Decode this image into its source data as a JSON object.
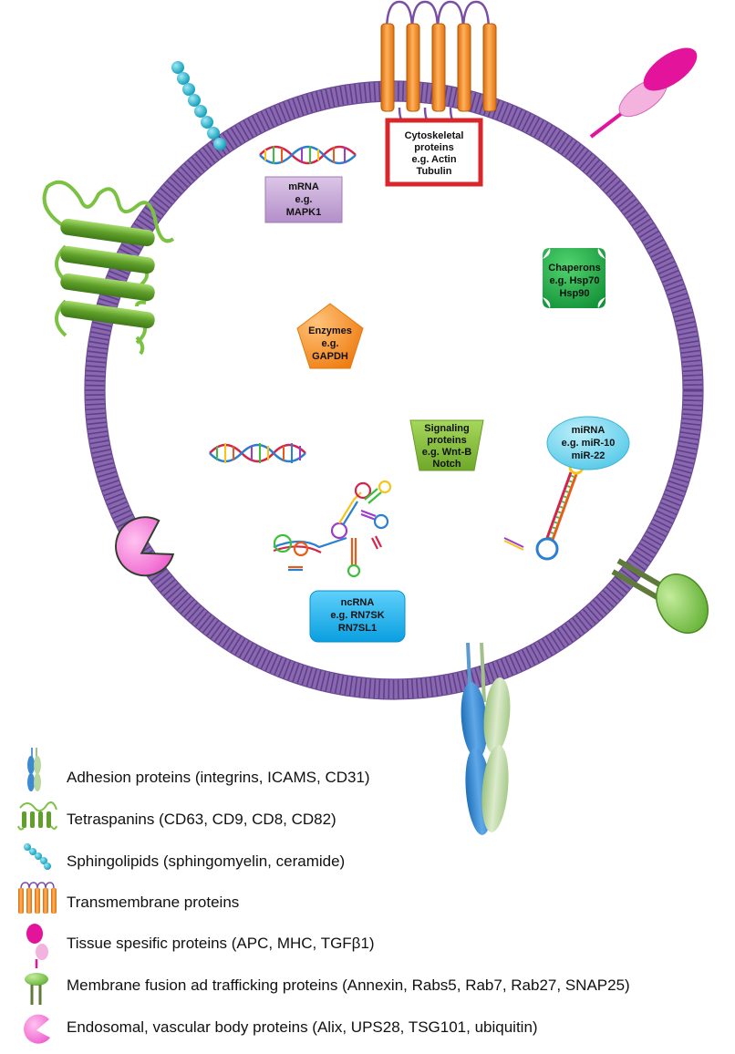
{
  "cargo_labels": {
    "cytoskeletal": [
      "Cytoskeletal",
      "proteins",
      "e.g. Actin",
      "Tubulin"
    ],
    "mrna": [
      "mRNA",
      "e.g.",
      "MAPK1"
    ],
    "chaperons": [
      "Chaperons",
      "e.g. Hsp70",
      "Hsp90"
    ],
    "enzymes": [
      "Enzymes",
      "e.g.",
      "GAPDH"
    ],
    "signaling": [
      "Signaling",
      "proteins",
      "e.g. Wnt-B",
      "Notch"
    ],
    "mirna": [
      "miRNA",
      "e.g. miR-10",
      "miR-22"
    ],
    "ncrna": [
      "ncRNA",
      "e.g. RN7SK",
      "RN7SL1"
    ]
  },
  "legend": [
    {
      "key": "adhesion",
      "label": "Adhesion proteins (integrins, ICAMS, CD31)",
      "icon": "adhesion-icon"
    },
    {
      "key": "tetraspanins",
      "label": "Tetraspanins (CD63, CD9, CD8, CD82)",
      "icon": "tetraspanin-icon"
    },
    {
      "key": "sphingolipids",
      "label": "Sphingolipids (sphingomyelin, ceramide)",
      "icon": "sphingolipid-icon"
    },
    {
      "key": "transmembrane",
      "label": "Transmembrane proteins",
      "icon": "transmembrane-icon"
    },
    {
      "key": "tissue",
      "label": "Tissue spesific proteins (APC, MHC, TGFβ1)",
      "icon": "tissue-protein-icon"
    },
    {
      "key": "fusion",
      "label": "Membrane fusion ad trafficking proteins (Annexin, Rabs5, Rab7, Rab27, SNAP25)",
      "icon": "fusion-protein-icon"
    },
    {
      "key": "endosomal",
      "label": "Endosomal, vascular body proteins (Alix, UPS28, TSG101, ubiquitin)",
      "icon": "endosomal-protein-icon"
    }
  ],
  "colors": {
    "membrane": "#8a68b0",
    "membrane_dark": "#5e3f8a",
    "transmembrane": "#f58a1f",
    "tetraspanin": "#7cc242",
    "sphingolipid": "#1fb5cf",
    "tissue_magenta": "#e3139b",
    "tissue_pink": "#f2a8dc",
    "fusion_green": "#7ec850",
    "endosomal_pink": "#f27ad6",
    "adhesion_blue": "#3c8ad0",
    "adhesion_green": "#b9d7a0",
    "mrna_box": "#c3a3d4",
    "cyto_border": "#d9262a",
    "chaperon": "#21b24b",
    "enzyme": "#f5871f",
    "signaling": "#8dc63f",
    "mirna": "#6fd3ef",
    "ncrna": "#20b6f0"
  }
}
